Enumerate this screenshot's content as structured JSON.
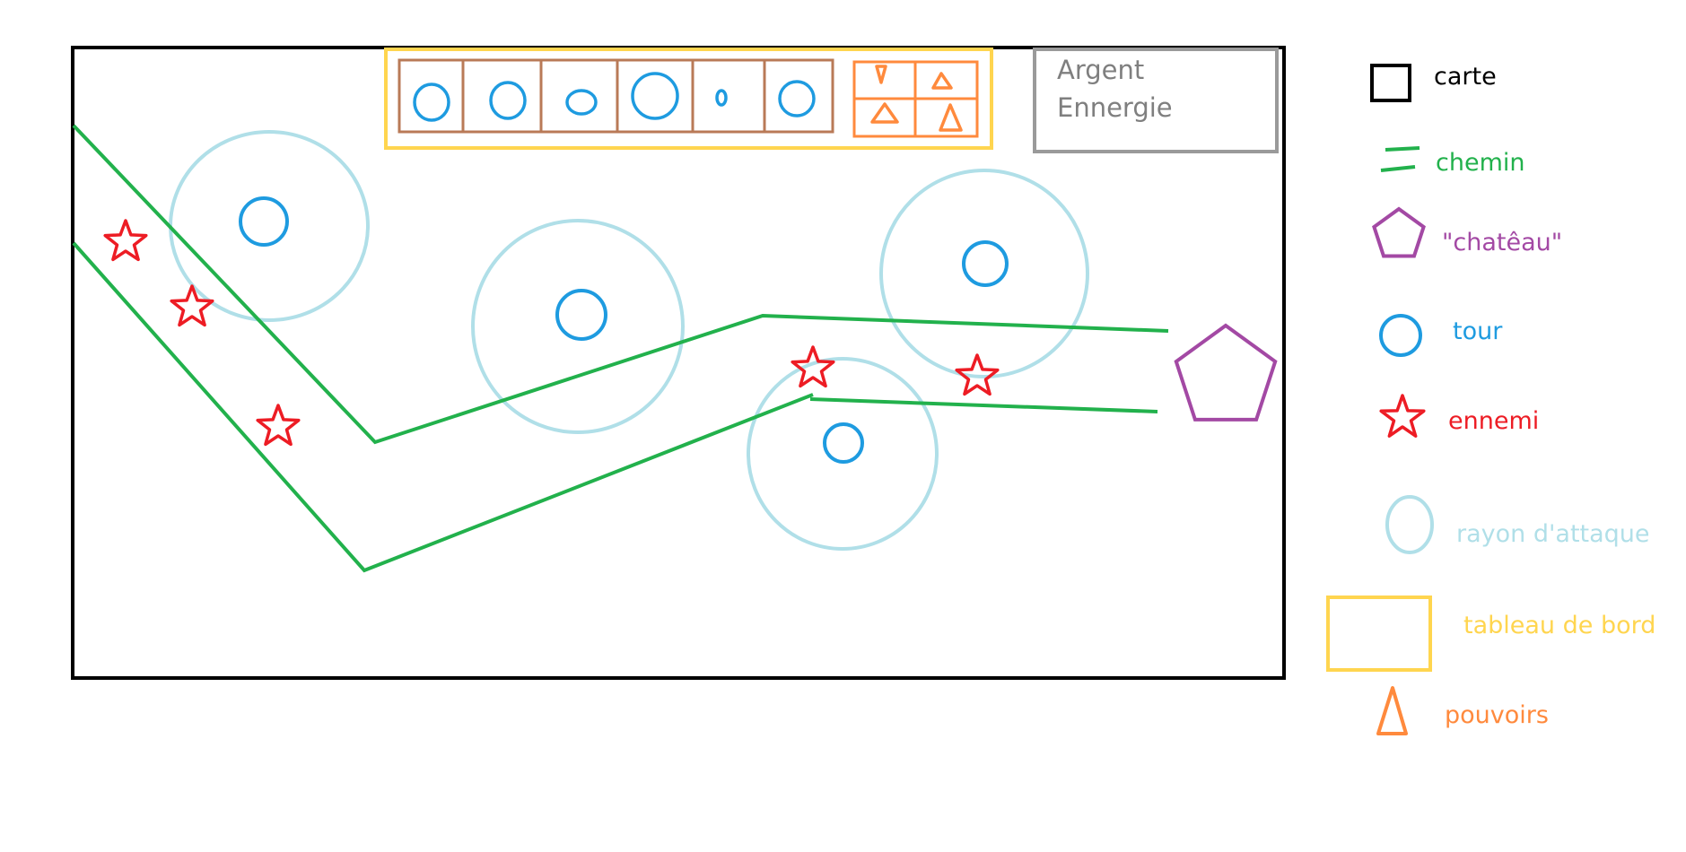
{
  "colors": {
    "map": "#000000",
    "path": "#22b14c",
    "castle": "#a349a4",
    "tower": "#1e9be0",
    "enemy": "#ed1c24",
    "attack_range": "#b0dfe8",
    "dashboard": "#ffd54f",
    "tower_slot": "#b97a57",
    "power": "#ff8a3d",
    "stats_box": "#9a9a9a",
    "stats_text": "#7f7f7f"
  },
  "stats_panel": {
    "argent": "Argent",
    "energie": "Ennergie"
  },
  "legend": {
    "items": [
      {
        "key": "map",
        "icon": "square-outline-icon",
        "label": "carte"
      },
      {
        "key": "path",
        "icon": "green-lines-icon",
        "label": "chemin"
      },
      {
        "key": "castle",
        "icon": "pentagon-icon",
        "label": "\"chatêau\""
      },
      {
        "key": "tower",
        "icon": "circle-icon",
        "label": "tour"
      },
      {
        "key": "enemy",
        "icon": "star-icon",
        "label": "ennemi"
      },
      {
        "key": "attack_range",
        "icon": "ellipse-icon",
        "label": "rayon d'attaque"
      },
      {
        "key": "dashboard",
        "icon": "rectangle-outline-icon",
        "label": "tableau de bord"
      },
      {
        "key": "power",
        "icon": "triangle-icon",
        "label": "pouvoirs"
      }
    ]
  }
}
